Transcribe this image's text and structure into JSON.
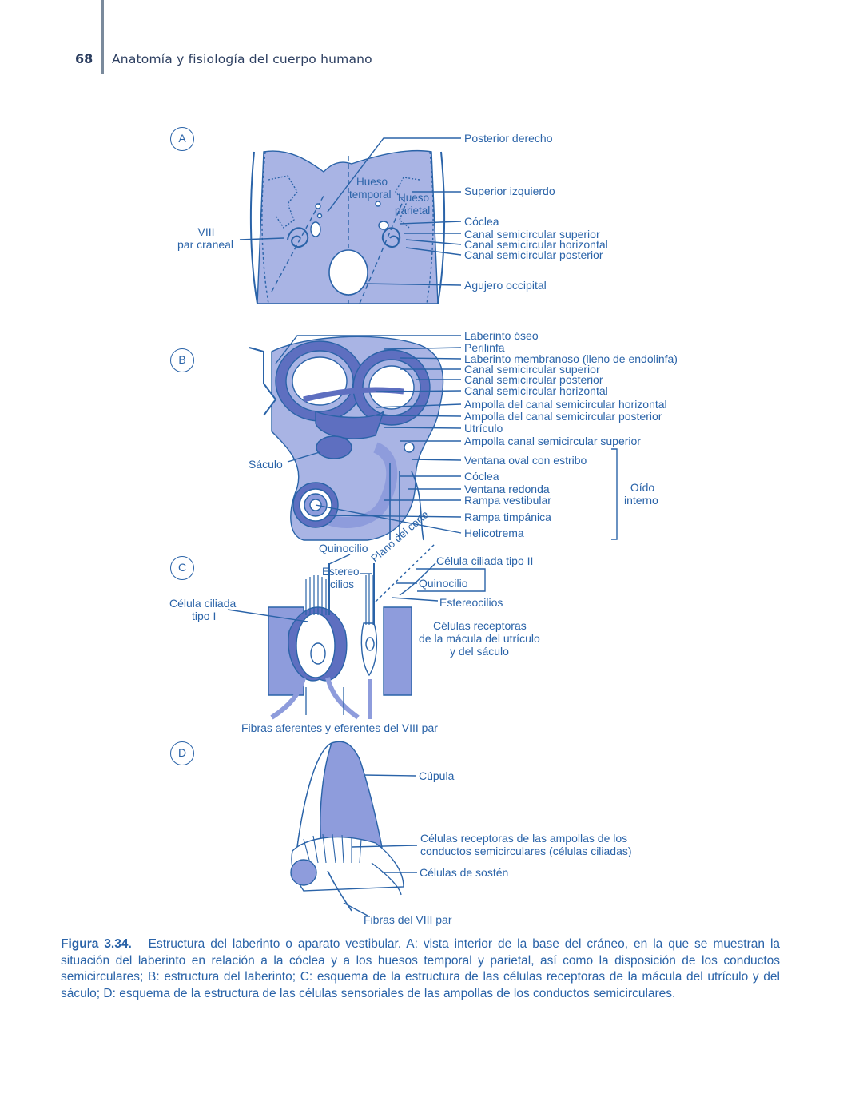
{
  "header": {
    "page_number": "68",
    "running_title": "Anatomía y fisiología del cuerpo humano"
  },
  "panels": {
    "a": {
      "letter": "A",
      "labels": {
        "posterior_derecho": "Posterior derecho",
        "superior_izquierdo": "Superior izquierdo",
        "coclea": "Cóclea",
        "canal_superior": "Canal semicircular superior",
        "canal_horizontal": "Canal semicircular horizontal",
        "canal_posterior": "Canal semicircular posterior",
        "agujero": "Agujero occipital",
        "viii_1": "VIII",
        "viii_2": "par craneal",
        "hueso_temporal_1": "Hueso",
        "hueso_temporal_2": "temporal",
        "hueso_parietal_1": "Hueso",
        "hueso_parietal_2": "parietal"
      }
    },
    "b": {
      "letter": "B",
      "labels": {
        "laberinto_oseo": "Laberinto óseo",
        "perilinfa": "Perilinfa",
        "laberinto_membranoso": "Laberinto membranoso (lleno de endolinfa)",
        "canal_superior": "Canal semicircular superior",
        "canal_posterior": "Canal semicircular posterior",
        "canal_horizontal": "Canal semicircular horizontal",
        "ampolla_horizontal": "Ampolla del canal semicircular horizontal",
        "ampolla_posterior": "Ampolla del canal semicircular posterior",
        "utriculo": "Utrículo",
        "ampolla_superior": "Ampolla canal semicircular superior",
        "ventana_oval": "Ventana oval con estribo",
        "coclea": "Cóclea",
        "ventana_redonda": "Ventana redonda",
        "rampa_vestibular": "Rampa vestibular",
        "rampa_timpanica": "Rampa timpánica",
        "helicotrema": "Helicotrema",
        "oido_1": "Oído",
        "oido_2": "interno",
        "saculo": "Sáculo"
      }
    },
    "c": {
      "letter": "C",
      "labels": {
        "quinocilio_top": "Quinocilio",
        "estereo_1": "Estereo",
        "estereo_2": "cilios",
        "plano_corte": "Plano del corte",
        "celula_tipo_ii": "Célula ciliada tipo II",
        "quinocilio_right": "Quinocilio",
        "estereocilios": "Estereocilios",
        "receptoras_1": "Células receptoras",
        "receptoras_2": "de la mácula del utrículo",
        "receptoras_3": "y del sáculo",
        "celula_tipo_i_1": "Célula ciliada",
        "celula_tipo_i_2": "tipo I",
        "fibras": "Fibras aferentes y eferentes del VIII par"
      }
    },
    "d": {
      "letter": "D",
      "labels": {
        "cupula": "Cúpula",
        "receptoras_1": "Células receptoras de las ampollas de los",
        "receptoras_2": "conductos semicirculares (células ciliadas)",
        "sosten": "Células de sostén",
        "fibras": "Fibras del VIII par"
      }
    }
  },
  "caption": {
    "label": "Figura 3.34.",
    "text": "Estructura del laberinto o aparato vestibular. A: vista interior de la base del cráneo, en la que se muestran la situación del laberinto en relación a la cóclea y a los huesos temporal y parietal, así como la disposición de los conductos semicirculares; B: estructura del laberinto; C: esquema de la estructura de las células receptoras de la mácula del utrículo y del sáculo; D: esquema de la estructura de las células sensoriales de las ampollas de los conductos semicirculares."
  },
  "colors": {
    "ink": "#2a63a8",
    "fill_light": "#a9b4e4",
    "fill_mid": "#8e9cdc",
    "fill_dark": "#5e6fc0",
    "header_text": "#2c3e60"
  }
}
